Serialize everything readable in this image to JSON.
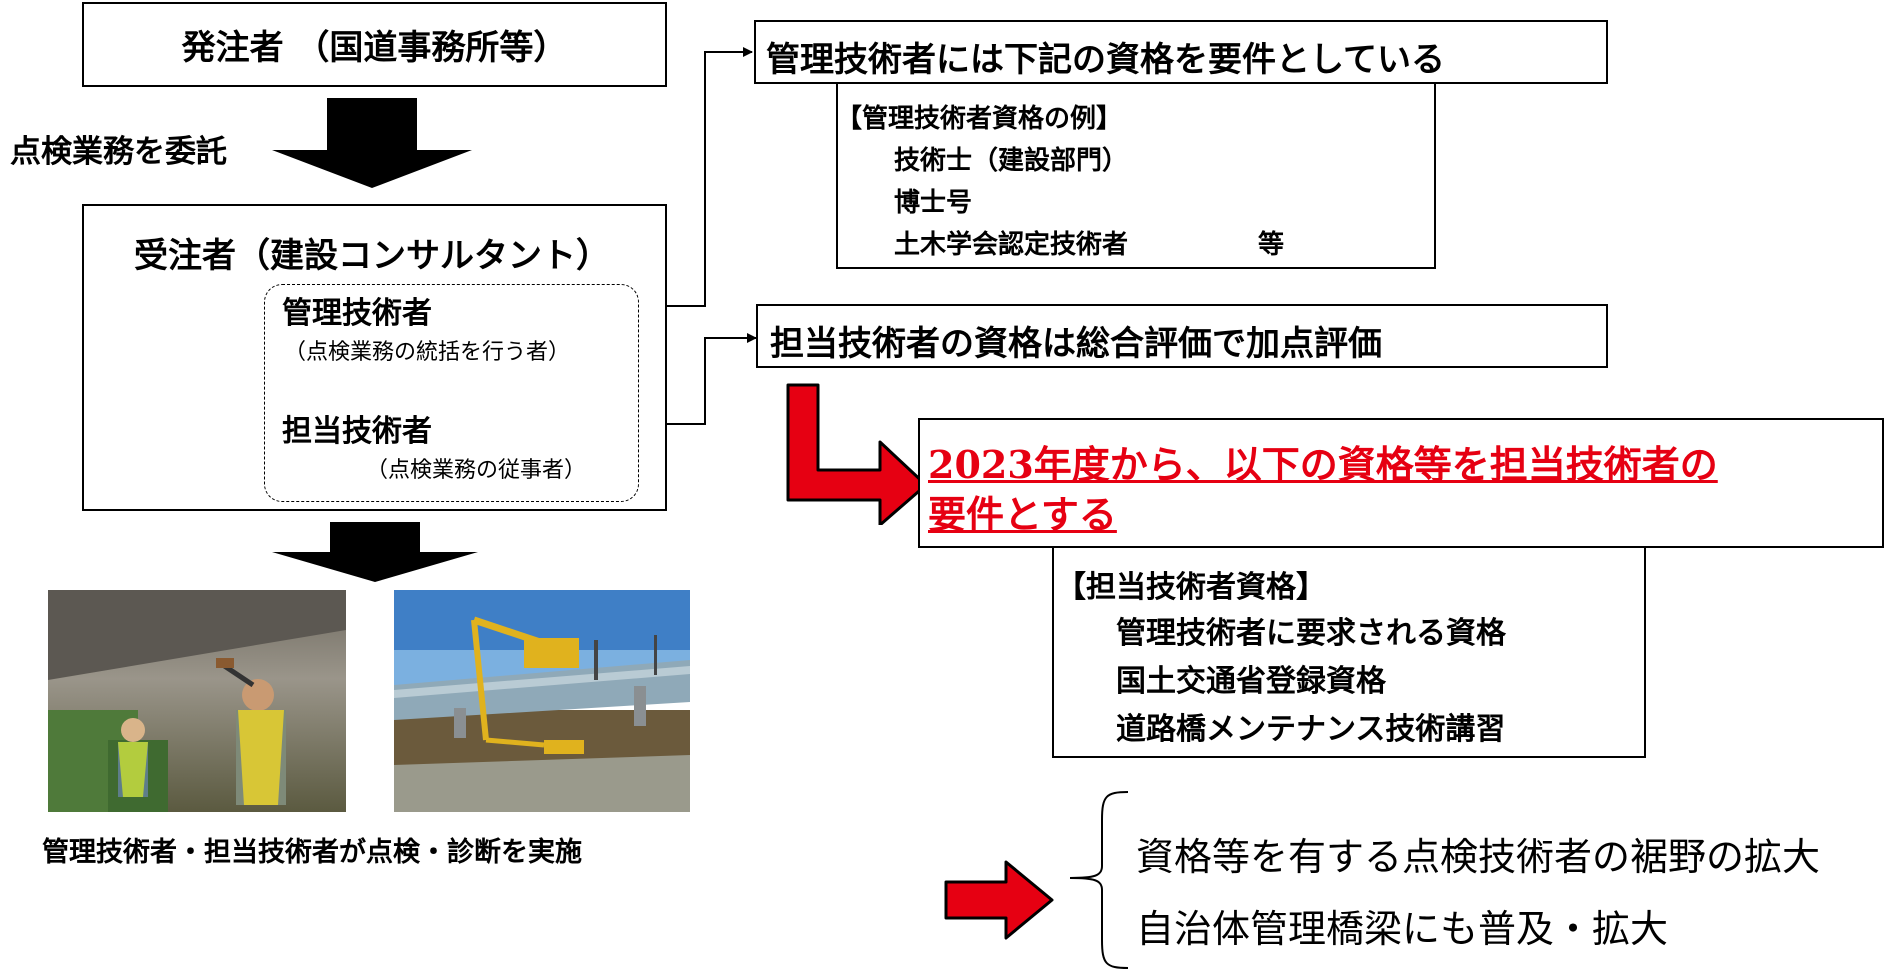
{
  "orderer": {
    "title": "発注者 （国道事務所等）"
  },
  "delegation_label": "点検業務を委託",
  "contractor": {
    "title": "受注者（建設コンサルタント）",
    "manager": "管理技術者",
    "manager_role": "（点検業務の統括を行う者）",
    "engineer": "担当技術者",
    "engineer_role": "（点検業務の従事者）"
  },
  "manager_requirement": {
    "text": "管理技術者には下記の資格を要件としている",
    "examples_heading": "【管理技術者資格の例】",
    "examples": [
      "技術士（建設部門）",
      "博士号",
      "土木学会認定技術者"
    ],
    "examples_suffix": "等"
  },
  "engineer_evaluation": {
    "text": "担当技術者の資格は総合評価で加点評価"
  },
  "new_requirement": {
    "line1": "2023年度から、以下の資格等を担当技術者の",
    "line2": "要件とする",
    "heading": "【担当技術者資格】",
    "items": [
      "管理技術者に要求される資格",
      "国土交通省登録資格",
      "道路橋メンテナンス技術講習"
    ]
  },
  "implementation_caption": "管理技術者・担当技術者が点検・診断を実施",
  "outcomes": [
    "資格等を有する点検技術者の裾野の拡大",
    "自治体管理橋梁にも普及・拡大"
  ],
  "colors": {
    "accent_red": "#e60012",
    "arrow_black": "#000000"
  }
}
